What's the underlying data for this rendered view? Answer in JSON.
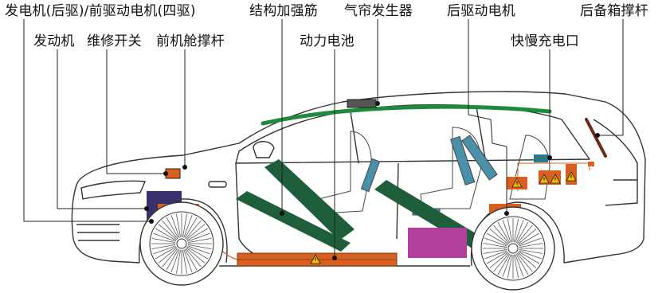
{
  "labels": {
    "generator": "发电机(后驱)/前驱动电机(四驱)",
    "engine": "发动机",
    "service_switch": "维修开关",
    "hood_strut": "前机舱撑杆",
    "reinforcement": "结构加强筋",
    "airbag_inflator": "气帘发生器",
    "battery": "动力电池",
    "rear_motor": "后驱动电机",
    "fast_charge_port": "快慢充电口",
    "tailgate_strut": "后备箱撑杆"
  },
  "colors": {
    "generator_front_motor": "#d95f1e",
    "engine": "#3b2f6e",
    "battery": "#d95f1e",
    "reinforcement": "#1f5e3a",
    "airbag_rail": "#1f8a3c",
    "high_voltage_box": "#b0409a",
    "seat_fill": "#4a90a8",
    "tailgate_strut": "#6b2a1a",
    "warning": "#f2c200",
    "outline": "#333333"
  },
  "icons": {
    "warning": "warning-triangle-icon",
    "callout_dot": "callout-dot-icon"
  }
}
